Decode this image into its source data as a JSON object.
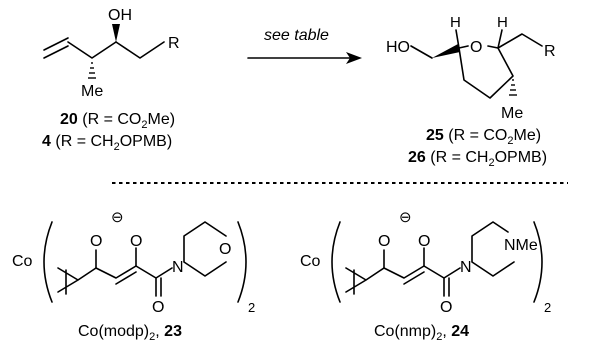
{
  "reaction": {
    "arrow_label": "see table",
    "sm": {
      "oh": "OH",
      "r": "R",
      "me": "Me",
      "cap1_num": "20",
      "cap1_rest": "(R = CO",
      "cap1_sub": "2",
      "cap1_end": "Me)",
      "cap2_num": "4",
      "cap2_rest": "(R = CH",
      "cap2_sub": "2",
      "cap2_end": "OPMB)"
    },
    "product": {
      "ho": "HO",
      "o": "O",
      "h1": "H",
      "h2": "H",
      "r": "R",
      "me": "Me",
      "cap1_num": "25",
      "cap1_rest": "(R = CO",
      "cap1_sub": "2",
      "cap1_end": "Me)",
      "cap2_num": "26",
      "cap2_rest": "(R = CH",
      "cap2_sub": "2",
      "cap2_end": "OPMB)"
    }
  },
  "catalysts": [
    {
      "co": "Co",
      "o_ketone": "O",
      "o_enolate": "O",
      "charge": "⊖",
      "o_amide": "O",
      "n": "N",
      "ring_hetero": "O",
      "subscript": "2",
      "name": "Co(modp)",
      "name_sub": "2",
      "sep": ",",
      "num": "23"
    },
    {
      "co": "Co",
      "o_ketone": "O",
      "o_enolate": "O",
      "charge": "⊖",
      "o_amide": "O",
      "n": "N",
      "ring_hetero": "NMe",
      "subscript": "2",
      "name": "Co(nmp)",
      "name_sub": "2",
      "sep": ",",
      "num": "24"
    }
  ]
}
